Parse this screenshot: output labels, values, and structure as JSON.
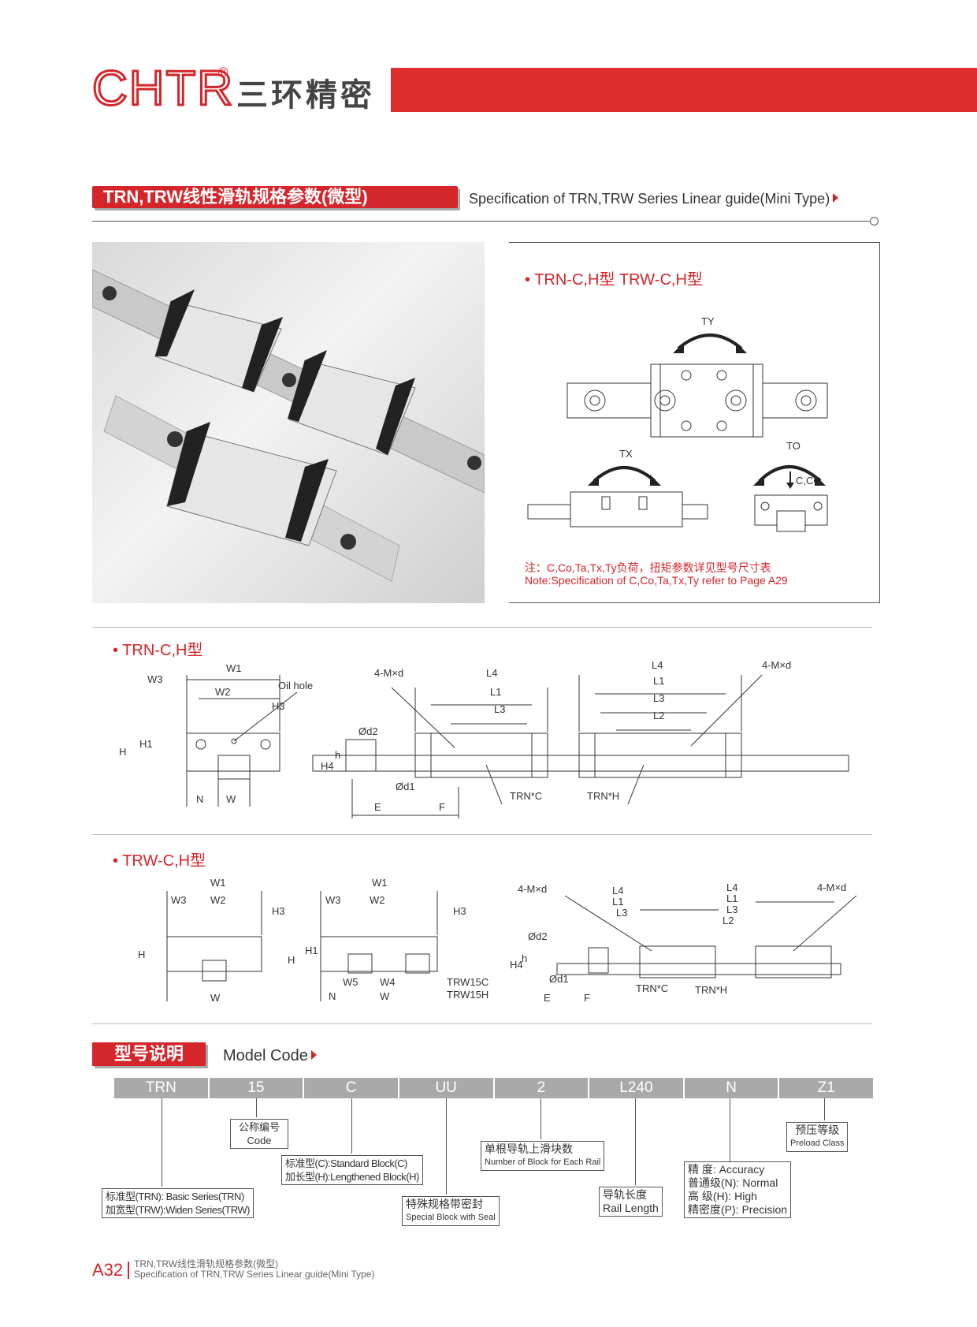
{
  "header": {
    "logo": "CHTR",
    "reg": "®",
    "brand_cn": "三环精密"
  },
  "section": {
    "tag": "TRN,TRW线性滑轨规格参数(微型)",
    "title_en": "Specification of TRN,TRW Series Linear guide(Mini Type)"
  },
  "infobox": {
    "title": "TRN-C,H型 TRW-C,H型",
    "labels": {
      "ty": "TY",
      "tx": "TX",
      "to": "TO",
      "cco": "C,CO"
    },
    "note_cn": "注：C,Co,Ta,Tx,Ty负荷，扭矩参数详见型号尺寸表",
    "note_en": "Note:Specification of C,Co,Ta,Tx,Ty refer to Page A29"
  },
  "trn": {
    "title": "TRN-C,H型",
    "labels": {
      "w1": "W1",
      "w3": "W3",
      "w2": "W2",
      "oil": "Oil hole",
      "h3": "H3",
      "h": "H",
      "h1": "H1",
      "n": "N",
      "w": "W",
      "md": "4-M×d",
      "l4": "L4",
      "l1": "L1",
      "l3": "L3",
      "l2": "L2",
      "d2": "Ød2",
      "d1": "Ød1",
      "h4": "H4",
      "hh": "h",
      "e": "E",
      "f": "F",
      "trnc": "TRN*C",
      "trnh": "TRN*H"
    }
  },
  "trw": {
    "title": "TRW-C,H型",
    "labels": {
      "w1": "W1",
      "w3": "W3",
      "w2": "W2",
      "h3": "H3",
      "h": "H",
      "h1": "H1",
      "w": "W",
      "w5": "W5",
      "w4": "W4",
      "n": "N",
      "trw15c": "TRW15C",
      "trw15h": "TRW15H",
      "md": "4-M×d",
      "l4": "L4",
      "l1": "L1",
      "l3": "L3",
      "l2": "L2",
      "d2": "Ød2",
      "d1": "Ød1",
      "h4": "H4",
      "hh": "h",
      "e": "E",
      "f": "F",
      "trwc": "TRN*C",
      "trwh": "TRN*H"
    }
  },
  "model": {
    "tag": "型号说明",
    "title_en": "Model Code",
    "codes": [
      "TRN",
      "15",
      "C",
      "UU",
      "2",
      "L240",
      "N",
      "Z1"
    ],
    "boxes": {
      "code_cn": "公称编号",
      "code_en": "Code",
      "block_c": "标准型(C):Standard Block(C)",
      "block_h": "加长型(H):Lengthened Block(H)",
      "count_cn": "单根导轨上滑块数",
      "count_en": "Number of Block for Each Rail",
      "preload_cn": "预压等级",
      "preload_en": "Preload Class",
      "series_trn": "标准型(TRN): Basic Series(TRN)",
      "series_trw": "加宽型(TRW):Widen Series(TRW)",
      "seal_cn": "特殊规格带密封",
      "seal_en": "Special Block with Seal",
      "rail_cn": "导轨长度",
      "rail_en": "Rail Length",
      "acc_1": "精 度:  Accuracy",
      "acc_2": "普通级(N): Normal",
      "acc_3": "高  级(H): High",
      "acc_4": "精密度(P): Precision"
    }
  },
  "footer": {
    "page": "A32",
    "cn": "TRN,TRW线性滑轨规格参数(微型)",
    "en": "Specification of TRN,TRW Series Linear guide(Mini Type)"
  },
  "colors": {
    "accent": "#d4252a",
    "bar": "#e02d2d",
    "code_bar": "#a9a9a9"
  }
}
